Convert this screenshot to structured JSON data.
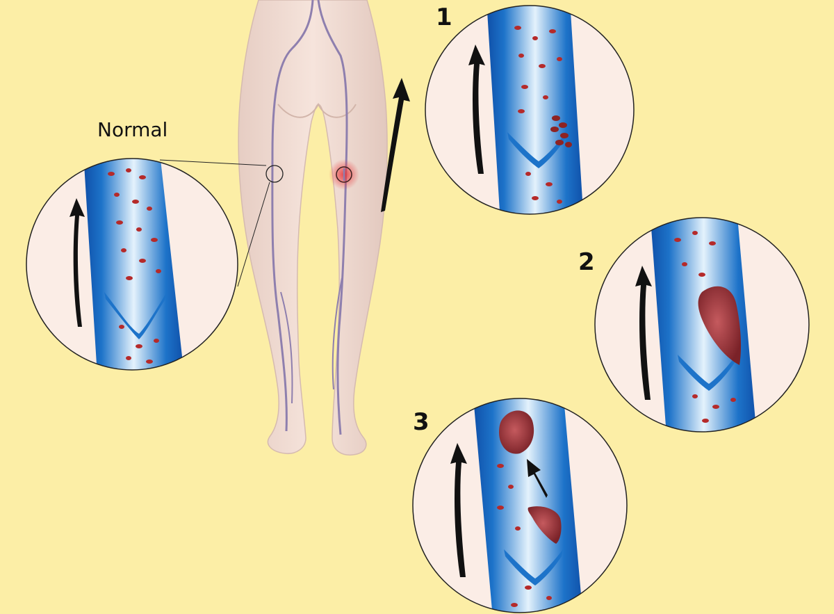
{
  "labels": {
    "normal": "Normal",
    "stage1": "1",
    "stage2": "2",
    "stage3": "3"
  },
  "colors": {
    "background": "#FCEEA6",
    "skin": "#F3DCD3",
    "skin_shadow": "#D8BDB4",
    "vein_line": "#8E7FAE",
    "vessel_blue": "#1D73C9",
    "vessel_light": "#BFE0F6",
    "blood_cell": "#B52A2A",
    "clot": "#9C3A3F",
    "inset_fill": "#FBEDE6",
    "arrow": "#111111",
    "highlight": "#E8373A"
  },
  "icons": {
    "flow_arrow": "curved-up-arrow-icon",
    "clot_marker": "clot-spot-icon"
  }
}
